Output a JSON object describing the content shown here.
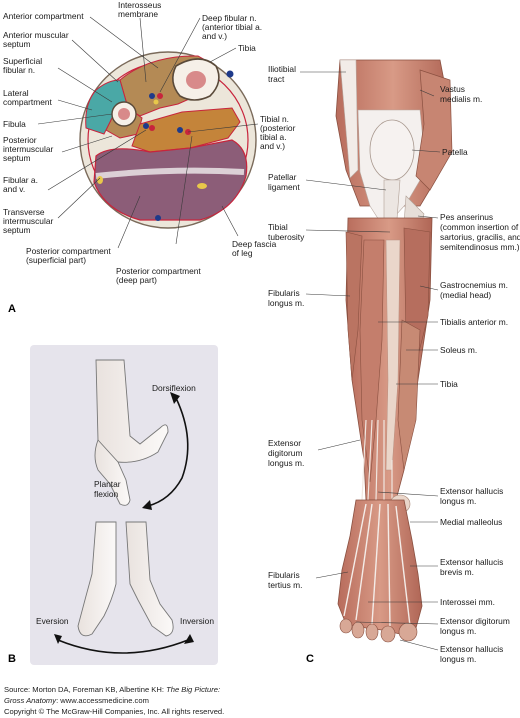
{
  "panel_a": {
    "letter": "A",
    "labels": {
      "anterior_compartment": "Anterior compartment",
      "interosseus_membrane": [
        "Interosseus",
        "membrane"
      ],
      "deep_fibular_n": [
        "Deep fibular n.",
        "(anterior tibial a.",
        "and v.)"
      ],
      "anterior_muscular_septum": [
        "Anterior muscular",
        "septum"
      ],
      "tibia": "Tibia",
      "superficial_fibular_n": [
        "Superficial",
        "fibular n."
      ],
      "lateral_compartment": [
        "Lateral",
        "compartment"
      ],
      "fibula": "Fibula",
      "tibial_n": [
        "Tibial n.",
        "(posterior",
        "tibial a.",
        "and v.)"
      ],
      "posterior_intermuscular_septum": [
        "Posterior",
        "intermuscular",
        "septum"
      ],
      "fibular_a_v": [
        "Fibular a.",
        "and v."
      ],
      "transverse_intermuscular_septum": [
        "Transverse",
        "intermuscular",
        "septum"
      ],
      "posterior_compartment_superficial": [
        "Posterior compartment",
        "(superficial part)"
      ],
      "posterior_compartment_deep": [
        "Posterior compartment",
        "(deep part)"
      ],
      "deep_fascia": [
        "Deep fascia",
        "of leg"
      ]
    }
  },
  "panel_b": {
    "letter": "B",
    "labels": {
      "dorsiflexion": "Dorsiflexion",
      "plantar_flexion": [
        "Plantar",
        "flexion"
      ],
      "eversion": "Eversion",
      "inversion": "Inversion"
    }
  },
  "panel_c": {
    "letter": "C",
    "labels": {
      "iliotibial_tract": [
        "Iliotibial",
        "tract"
      ],
      "vastus_medialis": [
        "Vastus",
        "medialis m."
      ],
      "patella": "Patella",
      "patellar_ligament": [
        "Patellar",
        "ligament"
      ],
      "tibial_tuberosity": [
        "Tibial",
        "tuberosity"
      ],
      "pes_anserinus": [
        "Pes anserinus",
        "(common insertion of",
        "sartorius, gracilis, and",
        "semitendinosus mm.)"
      ],
      "gastrocnemius": [
        "Gastrocnemius m.",
        "(medial head)"
      ],
      "fibularis_longus": [
        "Fibularis",
        "longus m."
      ],
      "tibialis_anterior": "Tibialis anterior m.",
      "soleus": "Soleus m.",
      "tibia": "Tibia",
      "extensor_digitorum_longus": [
        "Extensor",
        "digitorum",
        "longus m."
      ],
      "extensor_hallucis_longus_upper": [
        "Extensor hallucis",
        "longus m."
      ],
      "medial_malleolus": "Medial malleolus",
      "fibularis_tertius": [
        "Fibularis",
        "tertius m."
      ],
      "extensor_hallucis_brevis": [
        "Extensor hallucis",
        "brevis m."
      ],
      "interossei": "Interossei mm.",
      "extensor_digitorum_longus_lower": [
        "Extensor digitorum",
        "longus m."
      ],
      "extensor_hallucis_longus_lower": [
        "Extensor hallucis",
        "longus m."
      ]
    }
  },
  "source": {
    "prefix": "Source: Morton DA, Foreman KB, Albertine KH: ",
    "title_line1": "The Big Picture:",
    "title_line2": "Gross Anatomy",
    "suffix": ": www.accessmedicine.com",
    "copyright": "Copyright © The McGraw-Hill Companies, Inc. All rights reserved."
  }
}
